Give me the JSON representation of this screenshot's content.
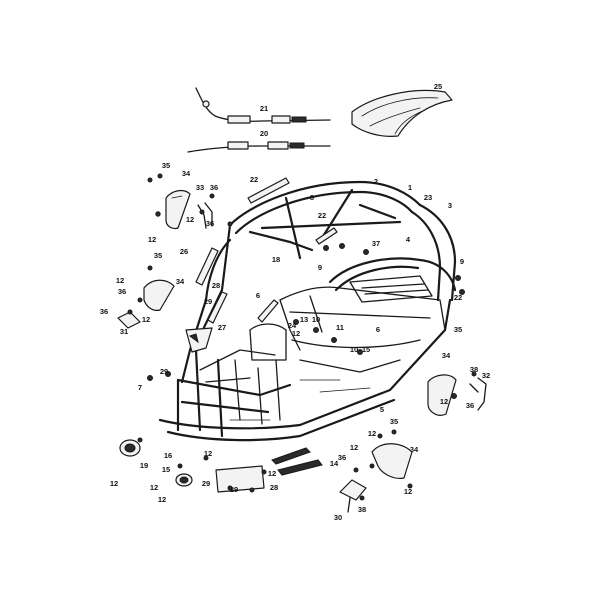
{
  "diagram": {
    "callouts": [
      {
        "id": "c25",
        "text": "25"
      },
      {
        "id": "c21",
        "text": "21"
      },
      {
        "id": "c20",
        "text": "20"
      },
      {
        "id": "c35a",
        "text": "35"
      },
      {
        "id": "c34a",
        "text": "34"
      },
      {
        "id": "c33",
        "text": "33"
      },
      {
        "id": "c36a",
        "text": "36"
      },
      {
        "id": "c22a",
        "text": "22"
      },
      {
        "id": "c2",
        "text": "2"
      },
      {
        "id": "c1",
        "text": "1"
      },
      {
        "id": "c23",
        "text": "23"
      },
      {
        "id": "c3",
        "text": "3"
      },
      {
        "id": "c8",
        "text": "8"
      },
      {
        "id": "c22b",
        "text": "22"
      },
      {
        "id": "c12a",
        "text": "12"
      },
      {
        "id": "c36b",
        "text": "36"
      },
      {
        "id": "c4",
        "text": "4"
      },
      {
        "id": "c12b",
        "text": "12"
      },
      {
        "id": "c37",
        "text": "37"
      },
      {
        "id": "c26",
        "text": "26"
      },
      {
        "id": "c18",
        "text": "18"
      },
      {
        "id": "c9a",
        "text": "9"
      },
      {
        "id": "c9b",
        "text": "9"
      },
      {
        "id": "c35b",
        "text": "35"
      },
      {
        "id": "c12c",
        "text": "12"
      },
      {
        "id": "c34b",
        "text": "34"
      },
      {
        "id": "c36c",
        "text": "36"
      },
      {
        "id": "c22c",
        "text": "22"
      },
      {
        "id": "c28",
        "text": "28"
      },
      {
        "id": "c6",
        "text": "6"
      },
      {
        "id": "c36d",
        "text": "36"
      },
      {
        "id": "c29a",
        "text": "29"
      },
      {
        "id": "c12d",
        "text": "12"
      },
      {
        "id": "c24",
        "text": "24"
      },
      {
        "id": "c13",
        "text": "13"
      },
      {
        "id": "c10",
        "text": "10"
      },
      {
        "id": "c11",
        "text": "11"
      },
      {
        "id": "c31",
        "text": "31"
      },
      {
        "id": "c27",
        "text": "27"
      },
      {
        "id": "c35c",
        "text": "35"
      },
      {
        "id": "c6b",
        "text": "6"
      },
      {
        "id": "c12e",
        "text": "12"
      },
      {
        "id": "c10b",
        "text": "10"
      },
      {
        "id": "c15a",
        "text": "15"
      },
      {
        "id": "c34c",
        "text": "34"
      },
      {
        "id": "c29b",
        "text": "29"
      },
      {
        "id": "c7",
        "text": "7"
      },
      {
        "id": "c38a",
        "text": "38"
      },
      {
        "id": "c32",
        "text": "32"
      },
      {
        "id": "c12f",
        "text": "12"
      },
      {
        "id": "c36e",
        "text": "36"
      },
      {
        "id": "c5",
        "text": "5"
      },
      {
        "id": "c35d",
        "text": "35"
      },
      {
        "id": "c12g",
        "text": "12"
      },
      {
        "id": "c12h",
        "text": "12"
      },
      {
        "id": "c34d",
        "text": "34"
      },
      {
        "id": "c16",
        "text": "16"
      },
      {
        "id": "c12i",
        "text": "12"
      },
      {
        "id": "c36f",
        "text": "36"
      },
      {
        "id": "c19",
        "text": "19"
      },
      {
        "id": "c15b",
        "text": "15"
      },
      {
        "id": "c12j",
        "text": "12"
      },
      {
        "id": "c12k",
        "text": "12"
      },
      {
        "id": "c14",
        "text": "14"
      },
      {
        "id": "c12l",
        "text": "12"
      },
      {
        "id": "c12m",
        "text": "12"
      },
      {
        "id": "c29c",
        "text": "29"
      },
      {
        "id": "c29d",
        "text": "29"
      },
      {
        "id": "c28b",
        "text": "28"
      },
      {
        "id": "c12n",
        "text": "12"
      },
      {
        "id": "c30",
        "text": "30"
      },
      {
        "id": "c38b",
        "text": "38"
      }
    ]
  }
}
